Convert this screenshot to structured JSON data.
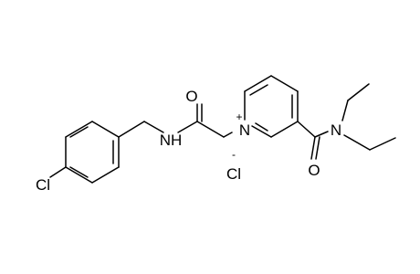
{
  "molecule": {
    "atoms": {
      "cl_aryl": "Cl",
      "amide_nh": "NH",
      "amide_o": "O",
      "pyridinium_n": "N",
      "pyridinium_charge": "+",
      "carboxamide_o": "O",
      "carboxamide_n": "N",
      "counterion": "Cl",
      "counterion_charge": "-"
    }
  }
}
